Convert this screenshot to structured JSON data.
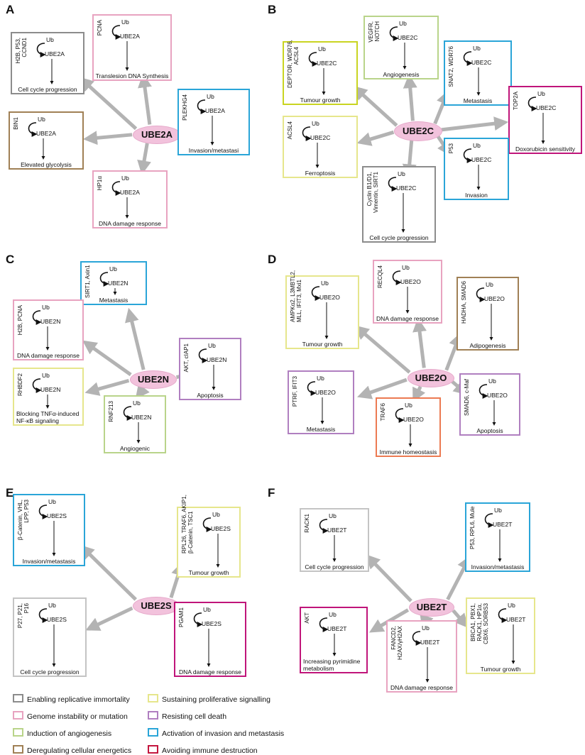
{
  "colors": {
    "gray": "#8c8c8c",
    "pink": "#e8a3c0",
    "green": "#b9d48a",
    "brown": "#a08055",
    "yellow": "#e6e68c",
    "purple": "#b07fc0",
    "blue": "#2aa5d8",
    "red": "#c4163e",
    "magenta": "#c0157a",
    "orange": "#ec7a52",
    "lightgray": "#c4c4c4",
    "yellowgreen": "#c9d421",
    "hub_fill": "#f2c2dc",
    "arrow": "#b3b3b3"
  },
  "panels": [
    {
      "label": "A",
      "hub": "UBE2A",
      "cards": [
        {
          "substrate": [
            "H2B, P53,",
            "CCND1"
          ],
          "ub": "Ub",
          "enzyme": "UBE2A",
          "outcome": "Cell cycle progression",
          "color": "gray"
        },
        {
          "substrate": [
            "PCNA"
          ],
          "ub": "Ub",
          "enzyme": "UBE2A",
          "outcome": "Translesion DNA Synthesis",
          "color": "pink"
        },
        {
          "substrate": [
            "BIN1"
          ],
          "ub": "Ub",
          "enzyme": "UBE2A",
          "outcome": "Elevated glycolysis",
          "color": "brown"
        },
        {
          "substrate": [
            "PLEKHG4"
          ],
          "ub": "Ub",
          "enzyme": "UBE2A",
          "outcome": "Invasion/metastasi",
          "color": "blue"
        },
        {
          "substrate": [
            "HP1α"
          ],
          "ub": "Ub",
          "enzyme": "UBE2A",
          "outcome": "DNA damage response",
          "color": "pink"
        }
      ]
    },
    {
      "label": "B",
      "hub": "UBE2C",
      "cards": [
        {
          "substrate": [
            "DEPTOR, WDR76,",
            "ACSL4"
          ],
          "ub": "Ub",
          "enzyme": "UBE2C",
          "outcome": "Tumour growth",
          "color": "yellowgreen"
        },
        {
          "substrate": [
            "VEGFR,",
            "NOTCH"
          ],
          "ub": "Ub",
          "enzyme": "UBE2C",
          "outcome": "Angiogenesis",
          "color": "green"
        },
        {
          "substrate": [
            "SNAT2, WDR76"
          ],
          "ub": "Ub",
          "enzyme": "UBE2C",
          "outcome": "Metastasis",
          "color": "blue"
        },
        {
          "substrate": [
            "TOP2A"
          ],
          "ub": "Ub",
          "enzyme": "UBE2C",
          "outcome": "Doxorubicin sensitivity",
          "color": "magenta"
        },
        {
          "substrate": [
            "ACSL4"
          ],
          "ub": "Ub",
          "enzyme": "UBE2C",
          "outcome": "Ferroptosis",
          "color": "yellow"
        },
        {
          "substrate": [
            "P53"
          ],
          "ub": "Ub",
          "enzyme": "UBE2C",
          "outcome": "Invasion",
          "color": "blue"
        },
        {
          "substrate": [
            "Cyclin B1/D1,",
            "Vimentin, SIRT1"
          ],
          "ub": "Ub",
          "enzyme": "UBE2C",
          "outcome": "Cell cycle progression",
          "color": "gray"
        }
      ]
    },
    {
      "label": "C",
      "hub": "UBE2N",
      "cards": [
        {
          "substrate": [
            "SIRT1, Axin1"
          ],
          "ub": "Ub",
          "enzyme": "UBE2N",
          "outcome": "Metastasis",
          "color": "blue"
        },
        {
          "substrate": [
            "H2B, PCNA"
          ],
          "ub": "Ub",
          "enzyme": "UBE2N",
          "outcome": "DNA damage response",
          "color": "pink"
        },
        {
          "substrate": [
            "AKT, cIAP1"
          ],
          "ub": "Ub",
          "enzyme": "UBE2N",
          "outcome": "Apoptosis",
          "color": "purple"
        },
        {
          "substrate": [
            "RHBDF2"
          ],
          "ub": "Ub",
          "enzyme": "UBE2N",
          "outcome": "Blocking TNFα-induced",
          "outcome2": "NF-κB signaling",
          "color": "yellow"
        },
        {
          "substrate": [
            "RNF213"
          ],
          "ub": "Ub",
          "enzyme": "UBE2N",
          "outcome": "Angiogenic",
          "color": "green"
        }
      ]
    },
    {
      "label": "D",
      "hub": "UBE2O",
      "cards": [
        {
          "substrate": [
            "AMPKα2, L3MBTL2,",
            "MLL, IFIT3, Mxi1"
          ],
          "ub": "Ub",
          "enzyme": "UBE2O",
          "outcome": "Tumour growth",
          "color": "yellow"
        },
        {
          "substrate": [
            "RECQL4"
          ],
          "ub": "Ub",
          "enzyme": "UBE2O",
          "outcome": "DNA damage response",
          "color": "pink"
        },
        {
          "substrate": [
            "HADHA, SMAD6"
          ],
          "ub": "Ub",
          "enzyme": "UBE2O",
          "outcome": "Adipogenesis",
          "color": "brown"
        },
        {
          "substrate": [
            "PTRF, IFIT3"
          ],
          "ub": "Ub",
          "enzyme": "UBE2O",
          "outcome": "Metastasis",
          "color": "purple"
        },
        {
          "substrate": [
            "TRAF6"
          ],
          "ub": "Ub",
          "enzyme": "UBE2O",
          "outcome": "Immune homeostasis",
          "color": "orange"
        },
        {
          "substrate": [
            "SMAD6, c-Maf"
          ],
          "ub": "Ub",
          "enzyme": "UBE2O",
          "outcome": "Apoptosis",
          "color": "purple"
        }
      ]
    },
    {
      "label": "E",
      "hub": "UBE2S",
      "cards": [
        {
          "substrate": [
            "β-Catenin, VHL,",
            "LPP, P53"
          ],
          "ub": "Ub",
          "enzyme": "UBE2S",
          "outcome": "Invasion/metastasis",
          "color": "blue"
        },
        {
          "substrate": [
            "RPL26, TRAF6, AKIP1,",
            "β-Catenin, TSC1"
          ],
          "ub": "Ub",
          "enzyme": "UBE2S",
          "outcome": "Tumour growth",
          "color": "yellow"
        },
        {
          "substrate": [
            "P27, P21,",
            "P16"
          ],
          "ub": "Ub",
          "enzyme": "UBE2S",
          "outcome": "Cell cycle progression",
          "color": "lightgray"
        },
        {
          "substrate": [
            "PGAM1"
          ],
          "ub": "Ub",
          "enzyme": "UBE2S",
          "outcome": "DNA damage response",
          "color": "magenta"
        }
      ]
    },
    {
      "label": "F",
      "hub": "UBE2T",
      "cards": [
        {
          "substrate": [
            "RACK1"
          ],
          "ub": "Ub",
          "enzyme": "UBE2T",
          "outcome": "Cell cycle progression",
          "color": "lightgray"
        },
        {
          "substrate": [
            "P53, RPL6, Mule"
          ],
          "ub": "Ub",
          "enzyme": "UBE2T",
          "outcome": "Invasion/metastasis",
          "color": "blue"
        },
        {
          "substrate": [
            "AKT"
          ],
          "ub": "Ub",
          "enzyme": "UBE2T",
          "outcome": "Increasing pyrimidine",
          "outcome2": "metabolism",
          "color": "magenta"
        },
        {
          "substrate": [
            "FANCD2,",
            "H2AX/γH2AX"
          ],
          "ub": "Ub",
          "enzyme": "UBE2T",
          "outcome": "DNA damage response",
          "color": "pink"
        },
        {
          "substrate": [
            "BRCA1, PBX1,",
            "RACK1, HP1α,",
            "CBX6, SORBS3"
          ],
          "ub": "Ub",
          "enzyme": "UBE2T",
          "outcome": "Tumour growth",
          "color": "yellow"
        }
      ]
    }
  ],
  "legend": [
    {
      "label": "Enabling replicative immortality",
      "color": "gray"
    },
    {
      "label": "Sustaining proliferative signalling",
      "color": "yellow"
    },
    {
      "label": "Genome instability or mutation",
      "color": "pink"
    },
    {
      "label": "Resisting cell death",
      "color": "purple"
    },
    {
      "label": "Induction of angiogenesis",
      "color": "green"
    },
    {
      "label": "Activation of invasion and metastasis",
      "color": "blue"
    },
    {
      "label": "Deregulating cellular energetics",
      "color": "brown"
    },
    {
      "label": "Avoiding immune destruction",
      "color": "red"
    }
  ]
}
